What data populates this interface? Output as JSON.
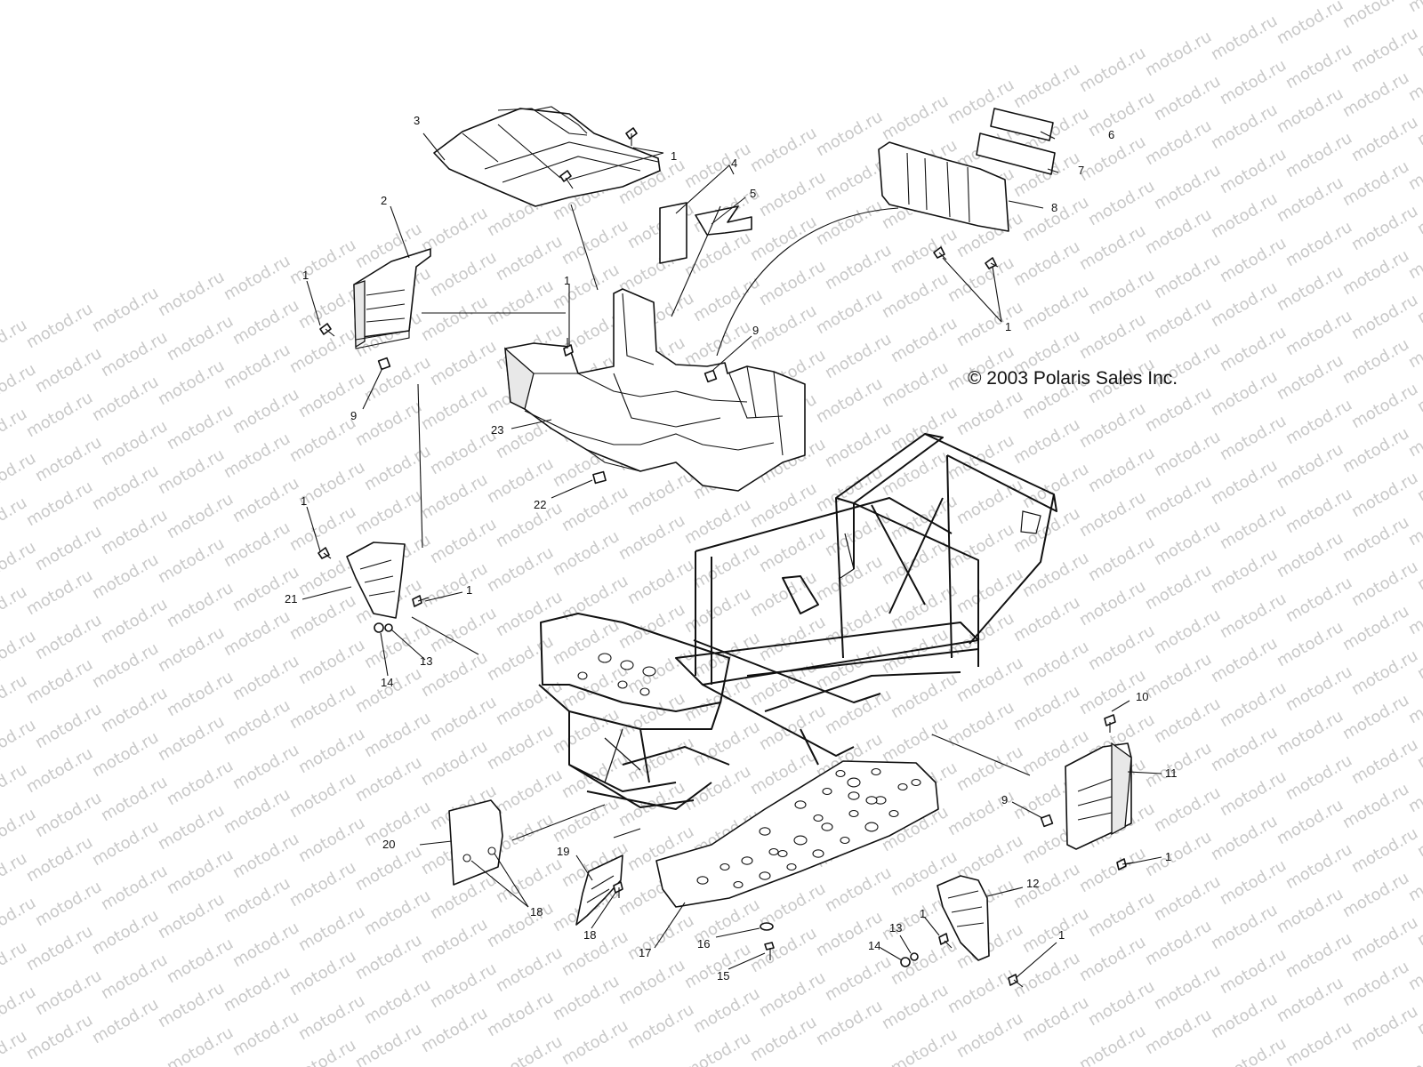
{
  "watermark": {
    "text": "motod.ru",
    "color": "#c9c9c9"
  },
  "copyright": "© 2003 Polaris Sales Inc.",
  "callouts": [
    {
      "label": "1"
    },
    {
      "label": "1"
    },
    {
      "label": "1"
    },
    {
      "label": "1"
    },
    {
      "label": "1"
    },
    {
      "label": "1"
    },
    {
      "label": "1"
    },
    {
      "label": "1"
    },
    {
      "label": "1"
    },
    {
      "label": "2"
    },
    {
      "label": "3"
    },
    {
      "label": "4"
    },
    {
      "label": "5"
    },
    {
      "label": "6"
    },
    {
      "label": "7"
    },
    {
      "label": "8"
    },
    {
      "label": "9"
    },
    {
      "label": "9"
    },
    {
      "label": "9"
    },
    {
      "label": "10"
    },
    {
      "label": "11"
    },
    {
      "label": "12"
    },
    {
      "label": "13"
    },
    {
      "label": "13"
    },
    {
      "label": "14"
    },
    {
      "label": "14"
    },
    {
      "label": "15"
    },
    {
      "label": "16"
    },
    {
      "label": "17"
    },
    {
      "label": "18"
    },
    {
      "label": "18"
    },
    {
      "label": "19"
    },
    {
      "label": "20"
    },
    {
      "label": "21"
    },
    {
      "label": "22"
    },
    {
      "label": "23"
    }
  ]
}
